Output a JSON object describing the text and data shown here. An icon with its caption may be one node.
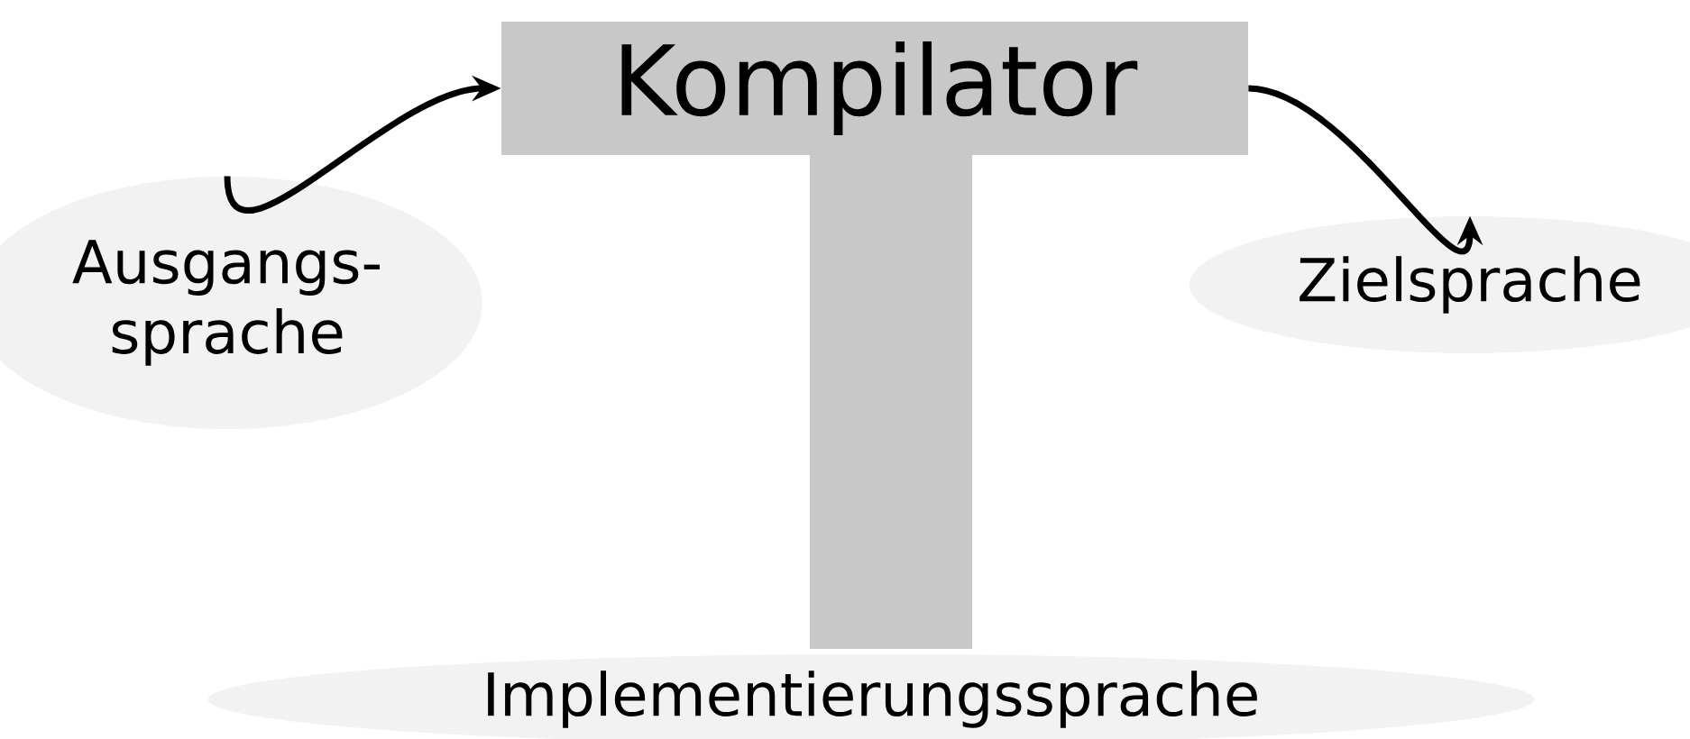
{
  "diagram": {
    "nodes": [
      {
        "text": [
          "Kompilator"
        ]
      },
      {
        "text": [
          "Ausgangs- sprache"
        ]
      },
      {
        "text": [
          "Zielsprache"
        ]
      },
      {
        "text": [
          "Implementierungssprache"
        ]
      }
    ],
    "edges": [
      {
        "from": 1,
        "to": 0,
        "arrow": "to"
      },
      {
        "from": 0,
        "to": 2,
        "arrow": "to"
      }
    ]
  }
}
